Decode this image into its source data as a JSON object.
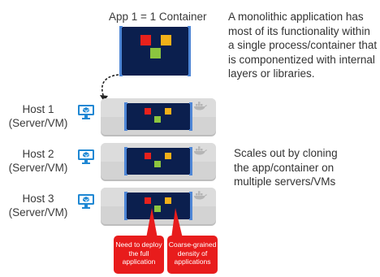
{
  "app_title": "App 1 = 1 Container",
  "description_lines": [
    "A monolithic application has",
    "most of its functionality within",
    "a single  process/container that",
    "is componentized with internal",
    "layers or libraries."
  ],
  "scale_note_lines": [
    "Scales out by cloning",
    "the app/container on",
    "multiple servers/VMs"
  ],
  "hosts": [
    {
      "name": "Host 1",
      "kind": "(Server/VM)"
    },
    {
      "name": "Host 2",
      "kind": "(Server/VM)"
    },
    {
      "name": "Host 3",
      "kind": "(Server/VM)"
    }
  ],
  "callouts": [
    {
      "lines": [
        "Need to deploy",
        "the full",
        "application"
      ]
    },
    {
      "lines": [
        "Coarse-grained",
        "density of",
        "applications"
      ]
    }
  ],
  "colors": {
    "container": "#0b1f4e",
    "container_border": "#4e86d6",
    "component_red": "#e8211c",
    "component_yellow": "#f2b019",
    "component_green": "#8cc53f",
    "server": "#d3d3d3",
    "callout": "#e81c1c",
    "monitor": "#1e87d3"
  },
  "icons": {
    "host_monitor": "computer-monitor-icon",
    "docker": "docker-whale-icon",
    "flow_arrow": "curved-arrow-icon"
  }
}
